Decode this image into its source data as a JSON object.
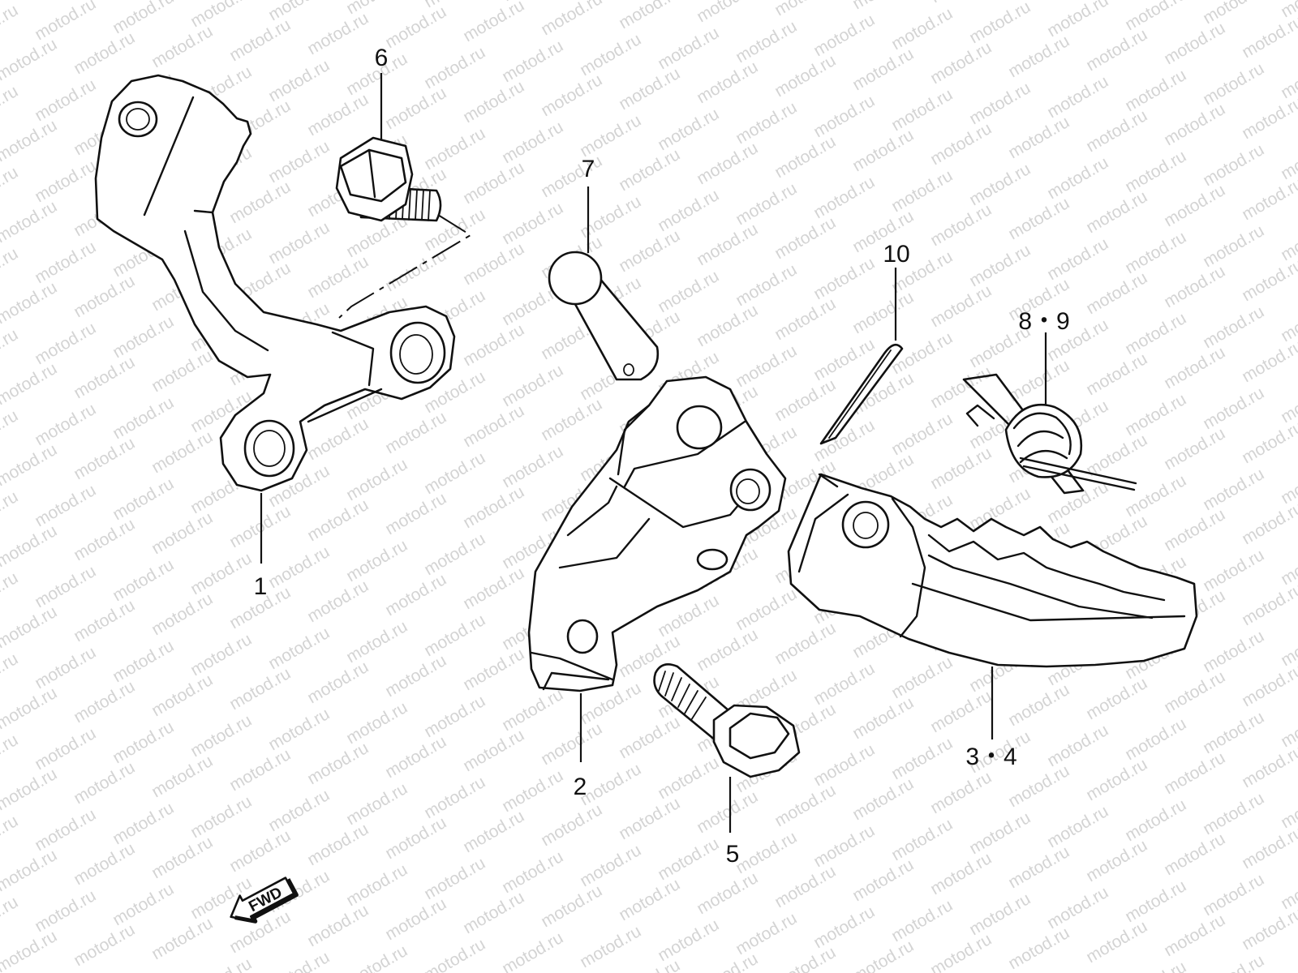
{
  "watermark": {
    "text": "motod.ru",
    "color": "#d4d4d4"
  },
  "callouts": {
    "part_1": "1",
    "part_2": "2",
    "part_3_4": "3・4",
    "part_5": "5",
    "part_6": "6",
    "part_7": "7",
    "part_8_9": "8・9",
    "part_10": "10"
  },
  "direction_arrow": {
    "label": "FWD",
    "icon": "arrow-left-icon"
  },
  "colors": {
    "line": "#111111",
    "background": "#ffffff"
  }
}
